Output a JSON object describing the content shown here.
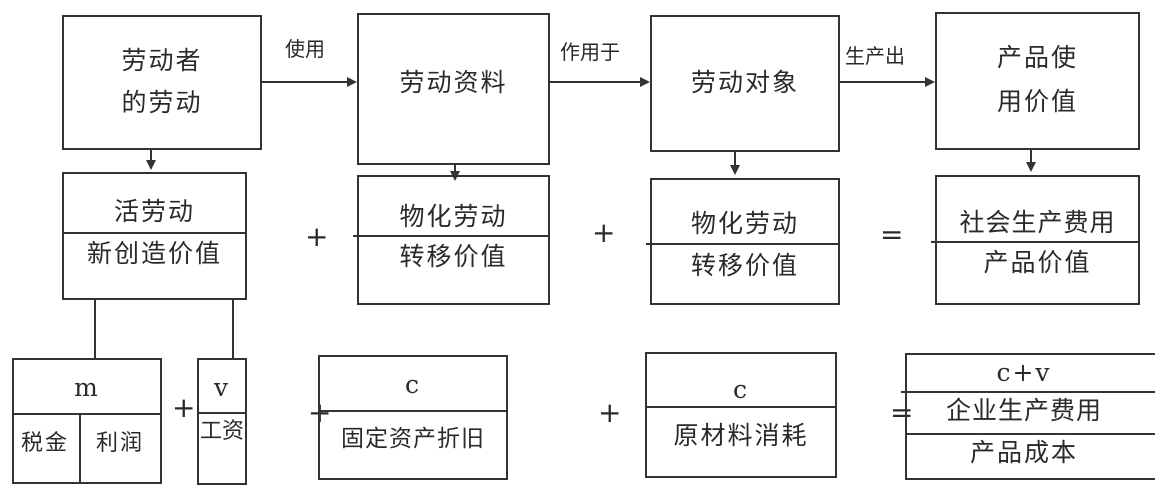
{
  "row1": {
    "laborer_labor": [
      "劳动者",
      "的劳动"
    ],
    "means_of_labor": "劳动资料",
    "object_of_labor": "劳动对象",
    "use_value": [
      "产品使",
      "用价值"
    ],
    "arrow_labels": [
      "使用",
      "作用于",
      "生产出"
    ]
  },
  "row2": {
    "living_labor": {
      "top": "活劳动",
      "bottom": "新创造价值"
    },
    "materialized_labor_1": {
      "top": "物化劳动",
      "bottom": "转移价值"
    },
    "materialized_labor_2": {
      "top": "物化劳动",
      "bottom": "转移价值"
    },
    "social_cost": {
      "top": "社会生产费用",
      "bottom": "产品价值"
    },
    "ops": [
      "+",
      "+",
      "="
    ]
  },
  "row3": {
    "m": {
      "top": "m",
      "left": "税金",
      "right": "利润"
    },
    "v": {
      "top": "v",
      "bottom": "工资"
    },
    "c1": {
      "top": "c",
      "bottom": "固定资产折旧"
    },
    "c2": {
      "top": "c",
      "bottom": "原材料消耗"
    },
    "result": {
      "top": "c+v",
      "middle": "企业生产费用",
      "bottom": "产品成本"
    },
    "ops": [
      "+",
      "+",
      "+",
      "="
    ]
  }
}
